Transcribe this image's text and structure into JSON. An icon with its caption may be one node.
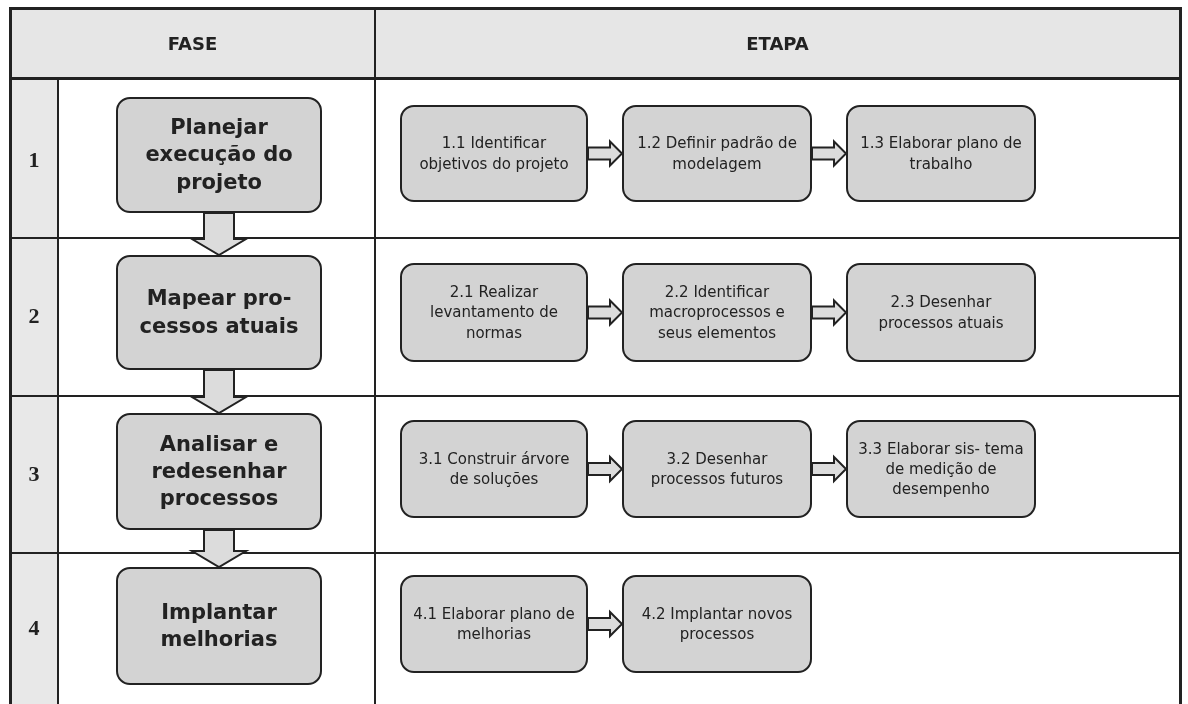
{
  "diagram": {
    "nodes": [
      {
        "text": [
          "Planejar execução do projeto"
        ]
      },
      {
        "text": [
          "Mapear pro- cessos atuais"
        ]
      },
      {
        "text": [
          "Analisar e redesenhar processos"
        ]
      },
      {
        "text": [
          "Implantar melhorias"
        ]
      },
      {
        "text": [
          "1.1 Identificar objetivos do projeto"
        ]
      },
      {
        "text": [
          "1.2 Definir padrão de modelagem"
        ]
      },
      {
        "text": [
          "1.3 Elaborar plano de trabalho"
        ]
      },
      {
        "text": [
          "2.1 Realizar levantamento de normas"
        ]
      },
      {
        "text": [
          "2.2 Identificar macroprocessos e seus elementos"
        ]
      },
      {
        "text": [
          "2.3 Desenhar processos atuais"
        ]
      },
      {
        "text": [
          "3.1 Construir árvore de soluções"
        ]
      },
      {
        "text": [
          "3.2 Desenhar processos futuros"
        ]
      },
      {
        "text": [
          "3.3 Elaborar sis- tema de medição de desempenho"
        ]
      },
      {
        "text": [
          "4.1 Elaborar plano de melhorias"
        ]
      },
      {
        "text": [
          "4.2 Implantar novos processos"
        ]
      }
    ],
    "edges": [
      {
        "from": 0,
        "to": 1,
        "arrow": "to"
      },
      {
        "from": 1,
        "to": 2,
        "arrow": "to"
      },
      {
        "from": 2,
        "to": 3,
        "arrow": "to"
      },
      {
        "from": 4,
        "to": 5,
        "arrow": "to"
      },
      {
        "from": 5,
        "to": 6,
        "arrow": "to"
      },
      {
        "from": 7,
        "to": 8,
        "arrow": "to"
      },
      {
        "from": 8,
        "to": 9,
        "arrow": "to"
      },
      {
        "from": 10,
        "to": 11,
        "arrow": "to"
      },
      {
        "from": 11,
        "to": 12,
        "arrow": "to"
      },
      {
        "from": 13,
        "to": 14,
        "arrow": "to"
      }
    ],
    "labels": [
      "FASE",
      "ETAPA",
      "1",
      "2",
      "3",
      "4"
    ]
  }
}
